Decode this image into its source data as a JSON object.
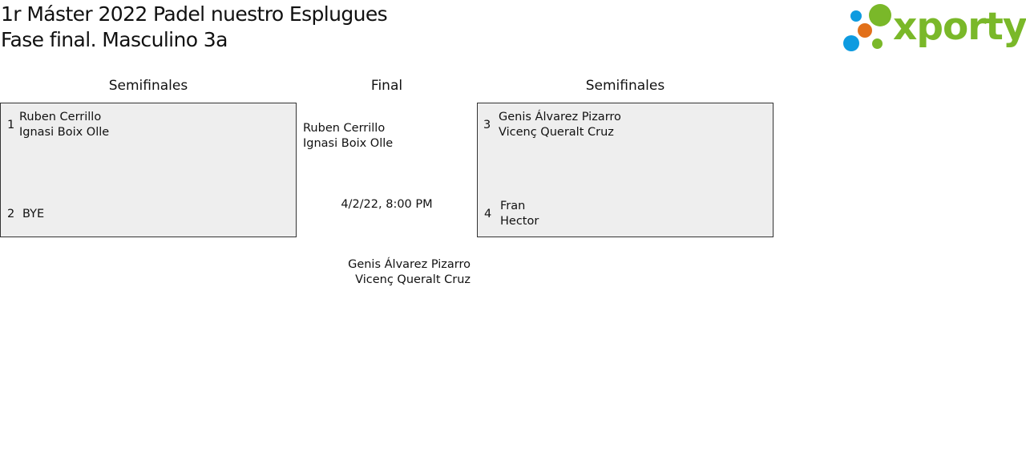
{
  "header": {
    "title_line1": "1r Máster 2022 Padel nuestro Esplugues",
    "title_line2": "Fase final. Masculino 3a"
  },
  "logo": {
    "text": "xporty",
    "colors": {
      "green": "#7ab829",
      "blue": "#0e9be0",
      "orange": "#e2701a"
    }
  },
  "rounds": [
    {
      "label": "Semifinales"
    },
    {
      "label": "Final"
    },
    {
      "label": "Semifinales"
    }
  ],
  "left_semifinal": {
    "top": {
      "seed": "1",
      "players": [
        "Ruben Cerrillo",
        "Ignasi Boix Olle"
      ]
    },
    "bottom": {
      "seed": "2",
      "players": [
        "BYE"
      ]
    }
  },
  "right_semifinal": {
    "top": {
      "seed": "3",
      "players": [
        "Genis Álvarez Pizarro",
        "Vicenç Queralt Cruz"
      ]
    },
    "bottom": {
      "seed": "4",
      "players": [
        "Fran",
        "Hector"
      ]
    }
  },
  "final": {
    "team_a": [
      "Ruben Cerrillo",
      "Ignasi Boix Olle"
    ],
    "datetime": "4/2/22, 8:00 PM",
    "team_b": [
      "Genis Álvarez Pizarro",
      "Vicenç Queralt Cruz"
    ]
  }
}
